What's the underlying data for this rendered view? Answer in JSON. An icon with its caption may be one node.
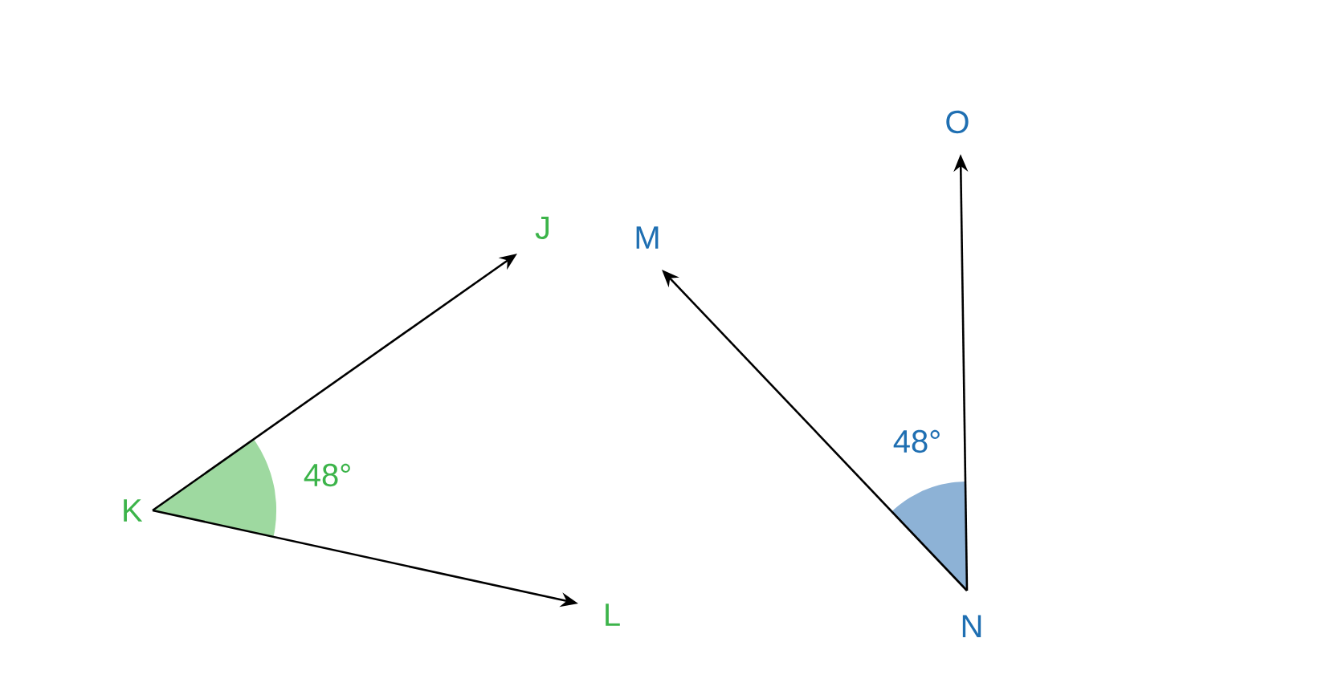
{
  "diagram": {
    "nodes": [
      {
        "text": [
          "K"
        ]
      },
      {
        "text": [
          "J"
        ]
      },
      {
        "text": [
          "L"
        ]
      },
      {
        "text": [
          "M"
        ]
      },
      {
        "text": [
          "N"
        ]
      },
      {
        "text": [
          "O"
        ]
      }
    ],
    "edges": [
      {
        "from": 0,
        "to": 1,
        "arrow": "to"
      },
      {
        "from": 0,
        "to": 2,
        "arrow": "to"
      },
      {
        "from": 4,
        "to": 3,
        "arrow": "to"
      },
      {
        "from": 4,
        "to": 5,
        "arrow": "to"
      }
    ],
    "labels": [
      "48°",
      "48°"
    ]
  }
}
